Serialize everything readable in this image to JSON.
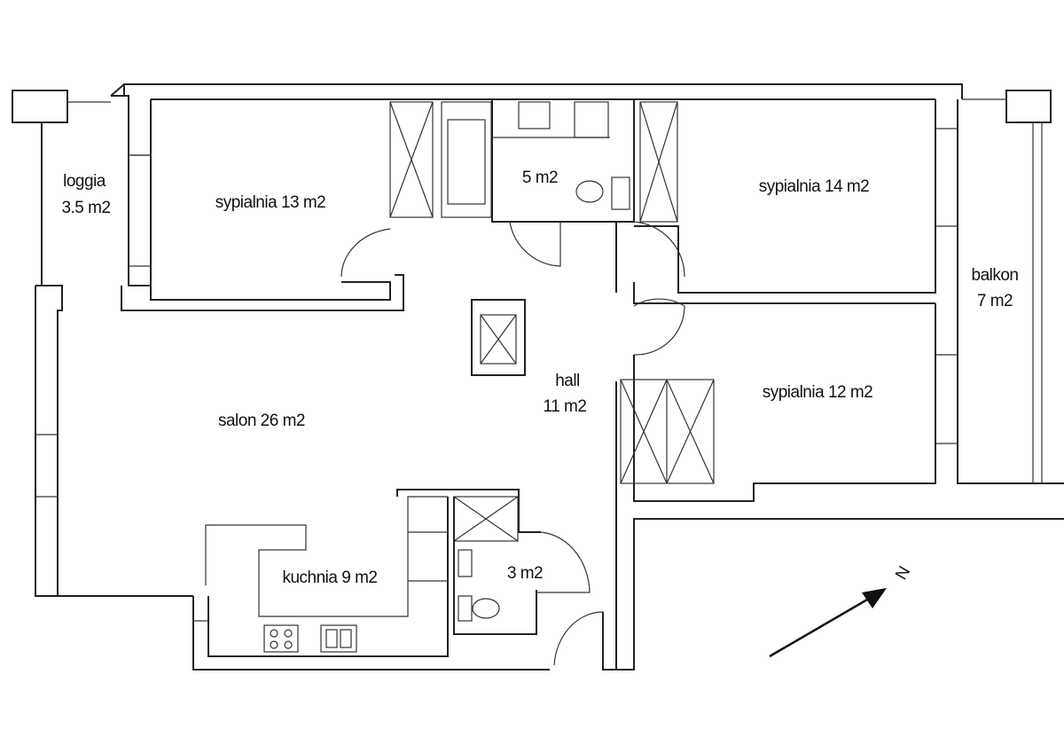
{
  "rooms": {
    "loggia": {
      "name": "loggia",
      "area": "3.5 m2"
    },
    "bedroom13": "sypialnia 13 m2",
    "bathroom": "5 m2",
    "bedroom14": "sypialnia 14 m2",
    "balcony": {
      "name": "balkon",
      "area": "7 m2"
    },
    "hall": {
      "name": "hall",
      "area": "11 m2"
    },
    "bedroom12": "sypialnia 12 m2",
    "living": "salon 26 m2",
    "kitchen": "kuchnia 9 m2",
    "wc": "3 m2"
  },
  "compass": {
    "label": "N"
  }
}
